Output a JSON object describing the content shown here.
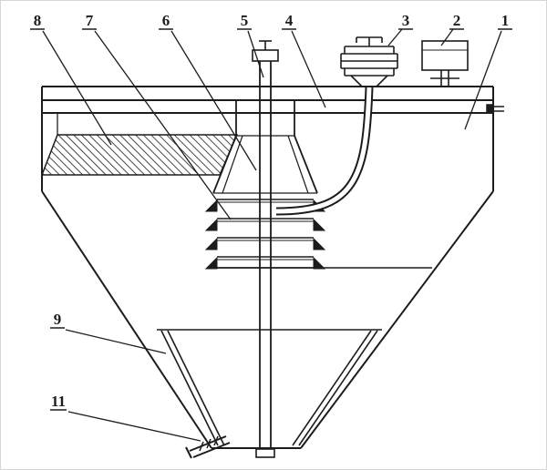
{
  "figure": {
    "colors": {
      "line": "#1c1c1c",
      "background": "#ffffff"
    },
    "callouts": [
      {
        "text": "8"
      },
      {
        "text": "7"
      },
      {
        "text": "6"
      },
      {
        "text": "5"
      },
      {
        "text": "4"
      },
      {
        "text": "3"
      },
      {
        "text": "2"
      },
      {
        "text": "1"
      },
      {
        "text": "9"
      },
      {
        "text": "11"
      }
    ]
  }
}
